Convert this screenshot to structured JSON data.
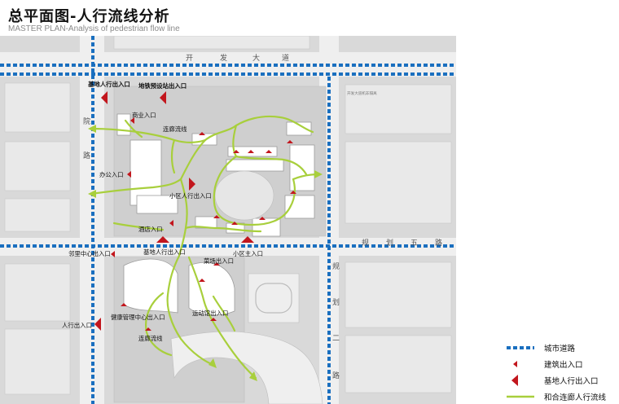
{
  "header": {
    "title": "总平面图-人行流线分析",
    "subtitle": "MASTER PLAN-Analysis of pedestrian flow line"
  },
  "roads": {
    "kaifa": [
      "开",
      "发",
      "大",
      "道"
    ],
    "yuan": [
      "院",
      "路"
    ],
    "guihua5": [
      "规",
      "划",
      "五",
      "路"
    ],
    "guihua2": [
      "规",
      "划",
      "二",
      "路"
    ]
  },
  "labels": {
    "site_ped_entrance": "基地人行出入口",
    "metro_entrance": "地铁预设站出入口",
    "commercial_entrance": "商业入口",
    "corridor_flow": "连廊流线",
    "office_entrance": "办公入口",
    "community_ped_entrance": "小区人行出入口",
    "hotel_entrance": "酒店入口",
    "site_ped_entrance_2": "基地人行出入口",
    "neighborhood_center": "邻里中心出入口",
    "vegetable_market": "菜场出入口",
    "community_main_entrance": "小区主入口",
    "sports_hall": "运动馆出入口",
    "health_center": "健康管理中心出入口",
    "pedestrian_entrance": "人行出入口",
    "corridor_flow_2": "连廊流线",
    "road_note": "开发大道机非隔离"
  },
  "legend": {
    "city_road": "城市道路",
    "building_entrance": "建筑出入口",
    "site_ped_entrance": "基地人行出入口",
    "corridor_ped_flow": "和合连廊人行流线"
  },
  "colors": {
    "road_blue": "#1a6fbf",
    "flow_green": "#a8cf3c",
    "arrow_red": "#c2161d",
    "building_white": "#ffffff",
    "ground_gray": "#dcdcdc"
  }
}
